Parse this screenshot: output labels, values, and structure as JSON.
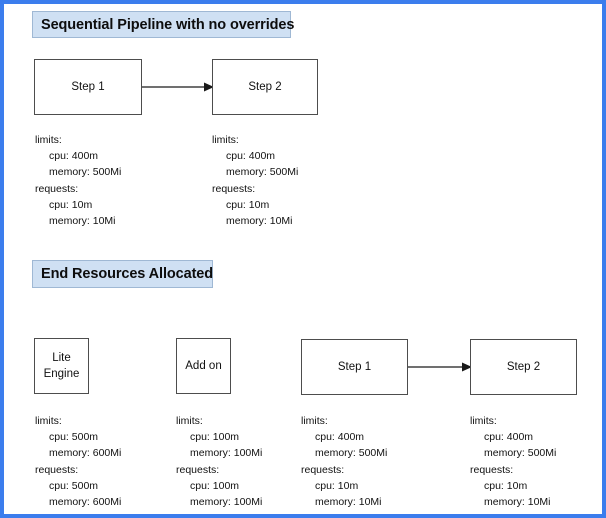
{
  "page": {
    "frame_color": "#3b7ded",
    "background": "#ffffff"
  },
  "sections": {
    "pipeline": {
      "header": "Sequential Pipeline with no overrides",
      "header_fill": "#cfe0f3",
      "nodes": [
        {
          "label": "Step 1"
        },
        {
          "label": "Step 2"
        }
      ],
      "arrow_label": "",
      "resources": [
        {
          "limits_label": "limits:",
          "limits_cpu": "cpu: 400m",
          "limits_memory": "memory: 500Mi",
          "requests_label": "requests:",
          "requests_cpu": "cpu: 10m",
          "requests_memory": "memory: 10Mi"
        },
        {
          "limits_label": "limits:",
          "limits_cpu": "cpu: 400m",
          "limits_memory": "memory: 500Mi",
          "requests_label": "requests:",
          "requests_cpu": "cpu: 10m",
          "requests_memory": "memory: 10Mi"
        }
      ]
    },
    "end_resources": {
      "header": "End Resources Allocated",
      "header_fill": "#cfe0f3",
      "nodes": [
        {
          "label_line1": "Lite",
          "label_line2": "Engine"
        },
        {
          "label_line1": "Add on",
          "label_line2": ""
        },
        {
          "label_line1": "Step 1",
          "label_line2": ""
        },
        {
          "label_line1": "Step 2",
          "label_line2": ""
        }
      ],
      "resources": [
        {
          "limits_label": "limits:",
          "limits_cpu": "cpu: 500m",
          "limits_memory": "memory: 600Mi",
          "requests_label": "requests:",
          "requests_cpu": "cpu: 500m",
          "requests_memory": "memory: 600Mi"
        },
        {
          "limits_label": "limits:",
          "limits_cpu": "cpu: 100m",
          "limits_memory": "memory: 100Mi",
          "requests_label": "requests:",
          "requests_cpu": "cpu: 100m",
          "requests_memory": "memory: 100Mi"
        },
        {
          "limits_label": "limits:",
          "limits_cpu": "cpu: 400m",
          "limits_memory": "memory: 500Mi",
          "requests_label": "requests:",
          "requests_cpu": "cpu: 10m",
          "requests_memory": "memory: 10Mi"
        },
        {
          "limits_label": "limits:",
          "limits_cpu": "cpu: 400m",
          "limits_memory": "memory: 500Mi",
          "requests_label": "requests:",
          "requests_cpu": "cpu: 10m",
          "requests_memory": "memory: 10Mi"
        }
      ]
    }
  }
}
